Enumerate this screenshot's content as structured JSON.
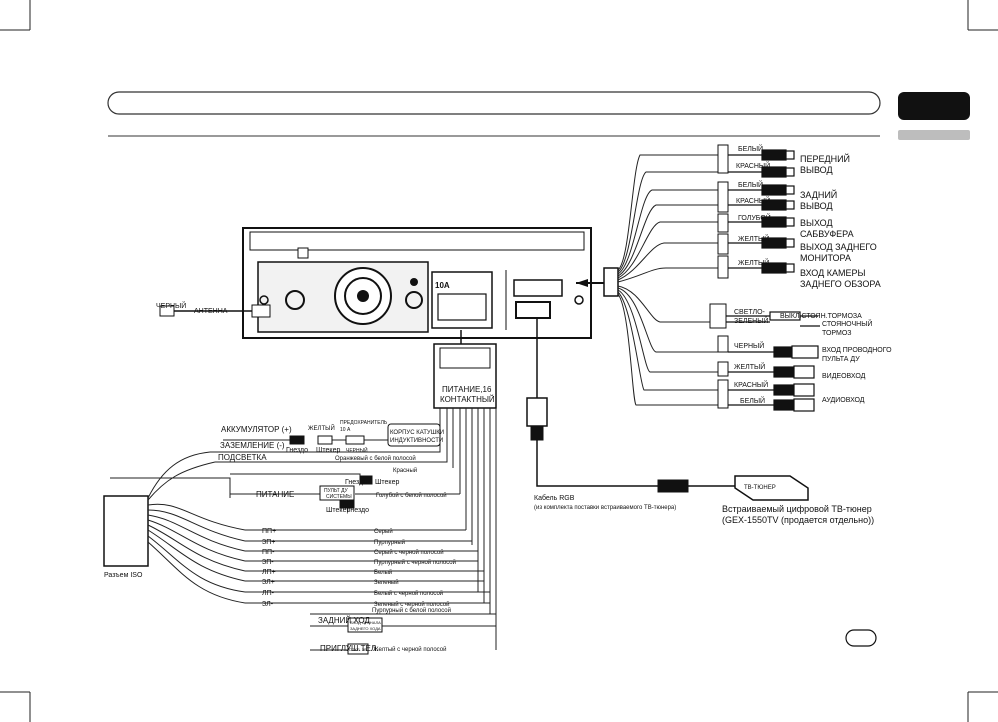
{
  "outputs_right": {
    "front_label": "ПЕРЕДНИЙ ВЫВОД",
    "front_l1": "ПЕРЕДНИЙ",
    "front_l2": "ВЫВОД",
    "rear_l1": "ЗАДНИЙ",
    "rear_l2": "ВЫВОД",
    "sub_l1": "ВЫХОД",
    "sub_l2": "САБВУФЕРА",
    "mon_l1": "ВЫХОД ЗАДНЕГО",
    "mon_l2": "МОНИТОРА",
    "cam_l1": "ВХОД КАМЕРЫ",
    "cam_l2": "ЗАДНЕГО ОБЗОРА",
    "white1": "БЕЛЫЙ",
    "red1": "КРАСНЫЙ",
    "white2": "БЕЛЫЙ",
    "red2": "КРАСНЫЙ",
    "blue": "ГОЛУБОЙ",
    "yellow1": "ЖЕЛТЫЙ",
    "yellow2": "ЖЕЛТЫЙ",
    "lightgreen_1": "СВЕТЛО-",
    "lightgreen_2": "ЗЕЛЕНЫЙ",
    "parking": "ВЫКЛ.СТОЯН.ТОРМОЗА",
    "parking_brake": "СТОЯНОЧНЫЙ",
    "parking_brake2": "ТОРМОЗ",
    "black": "ЧЕРНЫЙ",
    "wired_remote_1": "ВХОД ПРОВОДНОГО",
    "wired_remote_2": "ПУЛЬТА ДУ",
    "yellow3": "ЖЕЛТЫЙ",
    "video_in": "ВИДЕОВХОД",
    "red3": "КРАСНЫЙ",
    "white3": "БЕЛЫЙ",
    "audio_in": "АУДИОВХОД"
  },
  "unit": {
    "fuse": "10A",
    "antenna_black": "ЧЕРНЫЙ",
    "antenna": "АНТЕННА",
    "power16_1": "ПИТАНИЕ,16",
    "power16_2": "КОНТАКТНЫЙ"
  },
  "left_wiring": {
    "battery": "АККУМУЛЯТОР (+)",
    "yellow": "ЖЕЛТЫЙ",
    "fuse_holder_1": "ПРЕДОХРАНИТЕЛЬ",
    "fuse_holder_2": "10 А",
    "socket": "Гнездо",
    "plug": "Штекер",
    "black_small": "ЧЕРНЫЙ",
    "coil_1": "КОРПУС КАТУШКИ",
    "coil_2": "ИНДУКТИВНОСТИ",
    "ground": "ЗАЗЕМЛЕНИЕ (-)",
    "illumination": "ПОДСВЕТКА",
    "orange": "Оранжевый с белой полосой",
    "red_small": "Красный",
    "socket2": "Гнездо",
    "plug2": "Штекер",
    "power": "ПИТАНИЕ",
    "system_remote_1": "ПУЛЬТ ДУ",
    "system_remote_2": "СИСТЕМЫ",
    "blue_white": "Голубой с белой полосой",
    "plug3": "Штекер",
    "socket3": "Гнездо",
    "iso": "Разъем ISO",
    "reverse": "ЗАДНИЙ ХОД",
    "reverse_box_1": "ВХОД СИГНАЛА",
    "reverse_box_2": "ЗАДНЕГО ХОДА",
    "mute": "ПРИГЛУШ.ТЕЛ.",
    "mute_box": "ОТКЛ. ЗВ.",
    "mute_wire": "Желтый с черной полосой",
    "purple_white": "Пурпурный с белой полосой"
  },
  "speaker_wires": [
    {
      "pin": "ПП+",
      "color": "Серый"
    },
    {
      "pin": "ЗП+",
      "color": "Пурпурный"
    },
    {
      "pin": "ПП-",
      "color": "Серый с черной полосой"
    },
    {
      "pin": "ЗП-",
      "color": "Пурпурный с черной полосой"
    },
    {
      "pin": "ЛП+",
      "color": "Белый"
    },
    {
      "pin": "ЗЛ+",
      "color": "Зеленый"
    },
    {
      "pin": "ЛП-",
      "color": "Белый с черной полосой"
    },
    {
      "pin": "ЗЛ-",
      "color": "Зеленый с черной полосой"
    }
  ],
  "tuner": {
    "box": "ТВ-ТЮНЕР",
    "rgb_1": "Кабель RGB",
    "rgb_2": "(из комплекта поставки встраиваемого ТВ-тюнера)",
    "title_1": "Встраиваемый цифровой ТВ-тюнер",
    "title_2": "(GEX-1550TV (продается отдельно))"
  }
}
